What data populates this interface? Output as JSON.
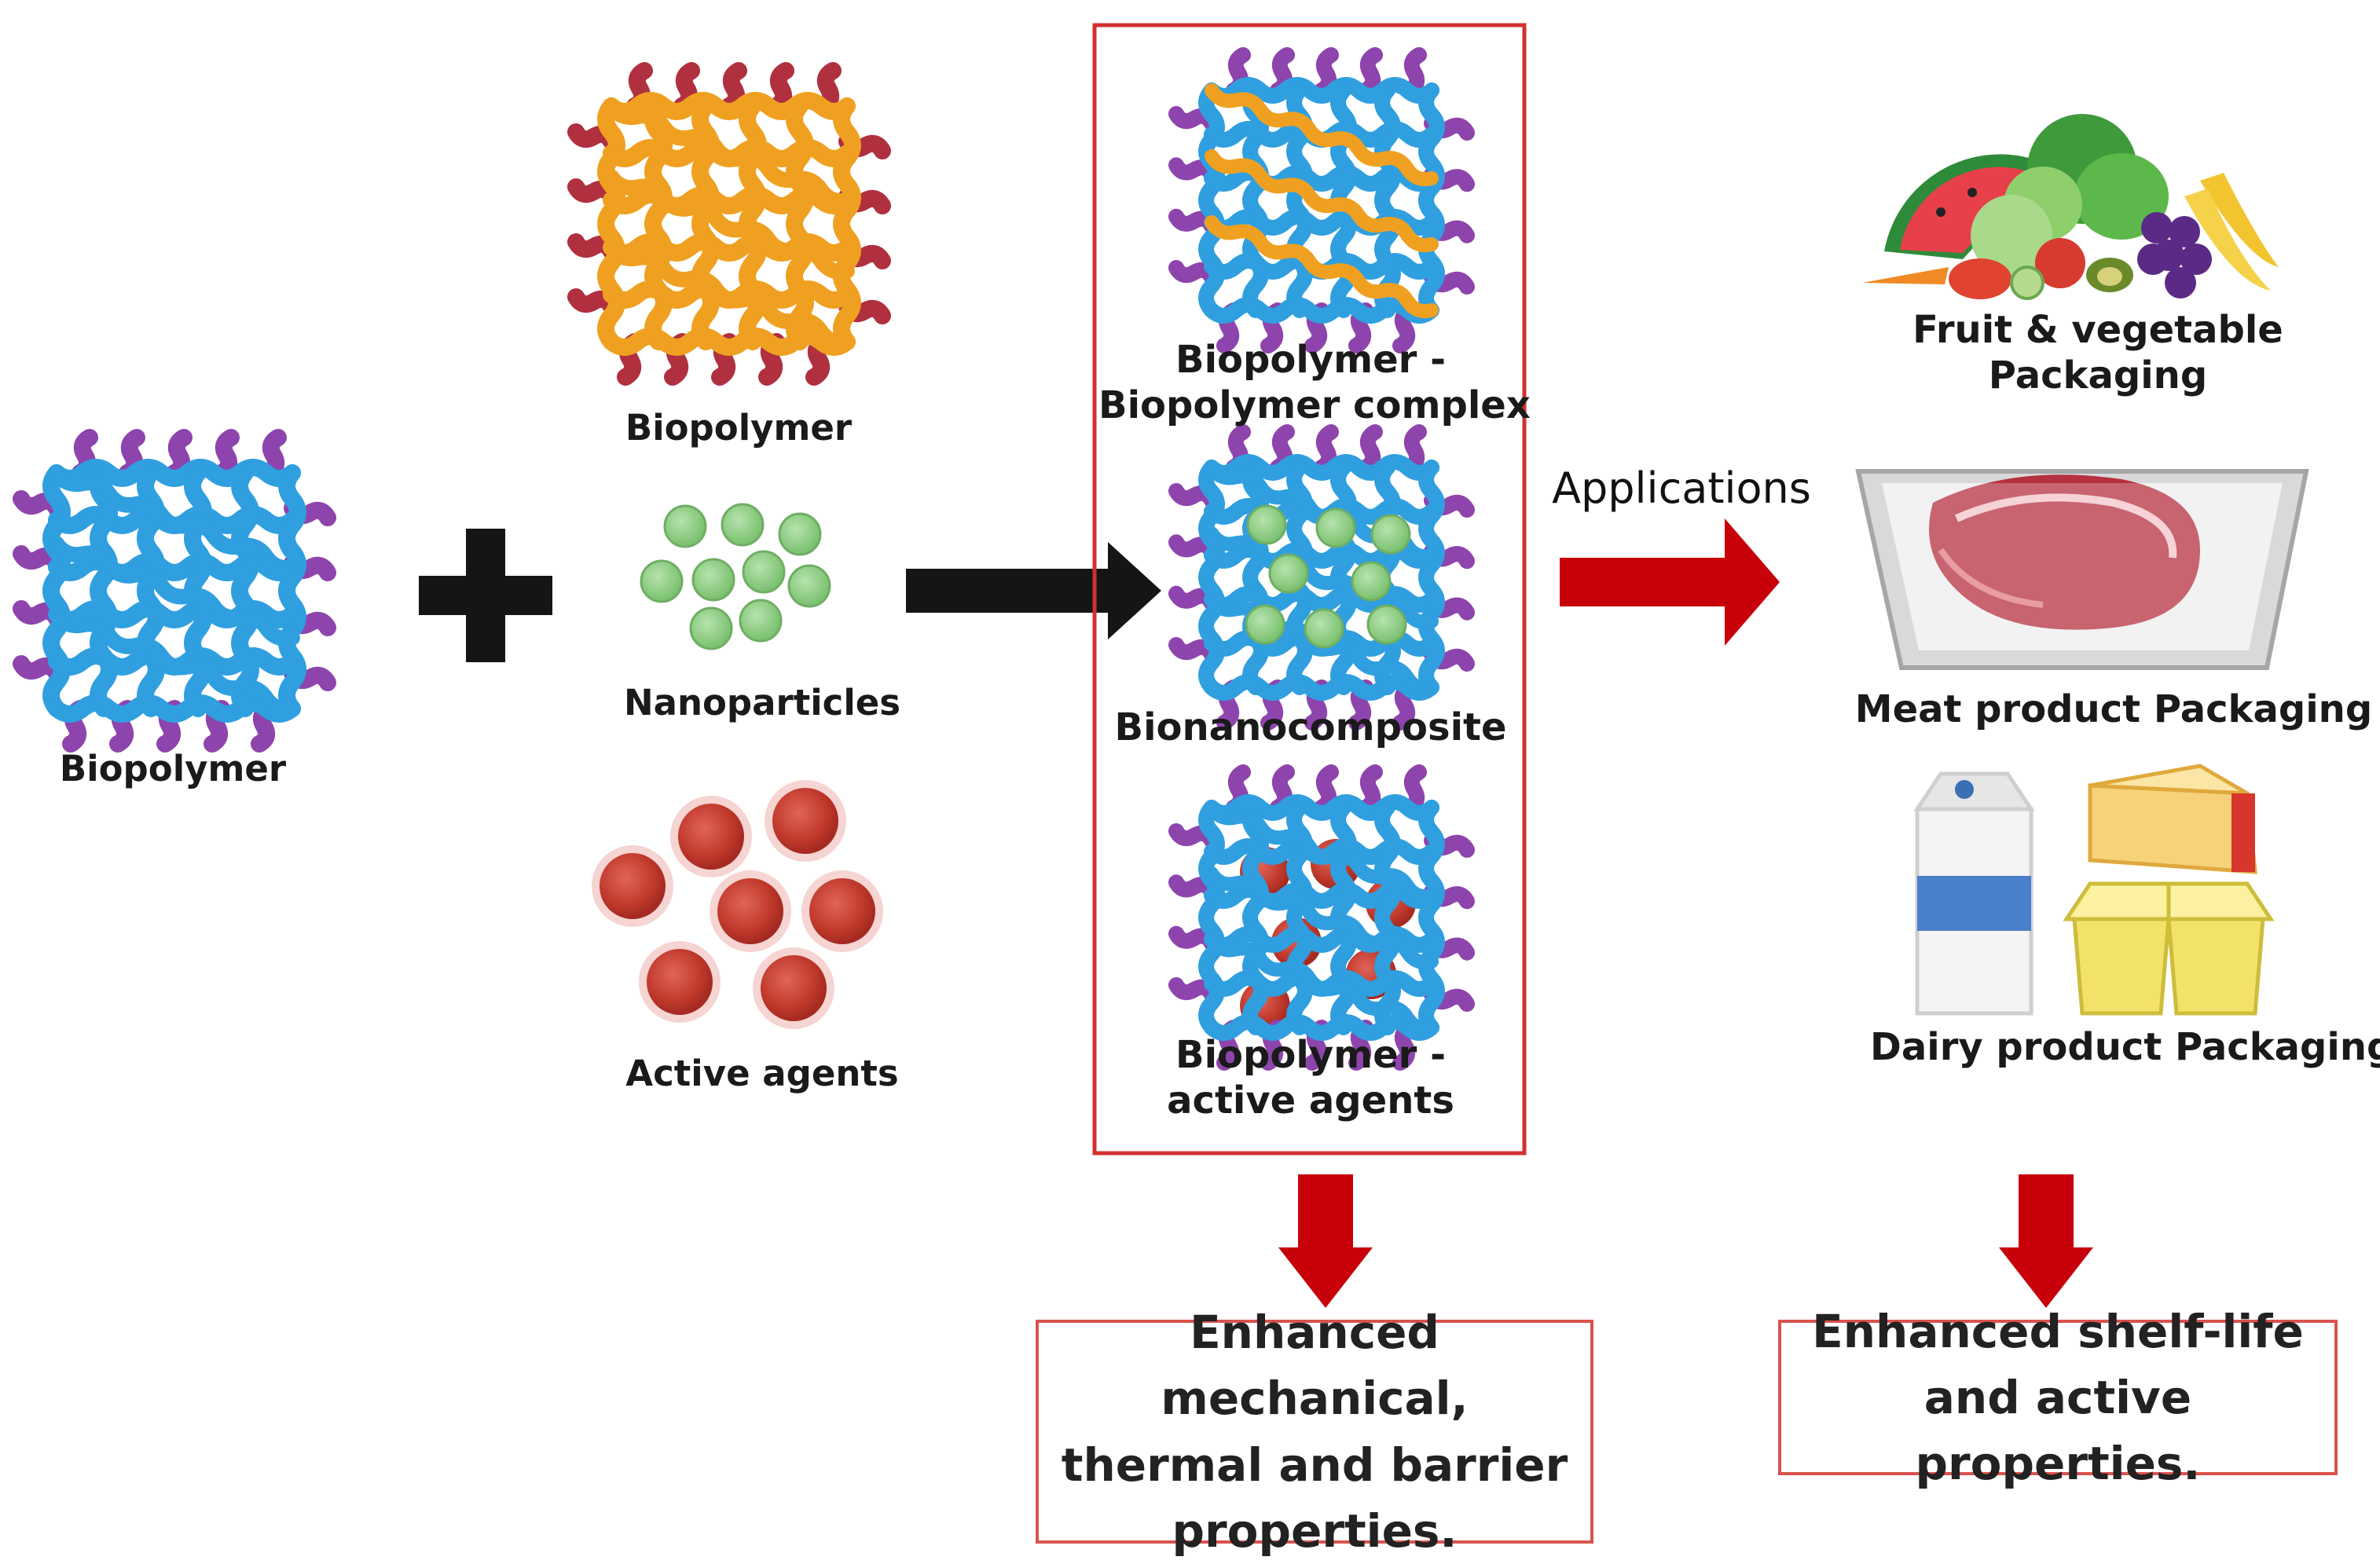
{
  "inputs": {
    "base_polymer": {
      "label": "Biopolymer",
      "icon": "blue-polymer-network-icon"
    },
    "plus_icon": "plus-icon",
    "components": [
      {
        "label": "Biopolymer",
        "icon": "orange-polymer-network-icon"
      },
      {
        "label": "Nanoparticles",
        "icon": "green-nanoparticles-icon"
      },
      {
        "label": "Active agents",
        "icon": "red-active-agent-spheres-icon"
      }
    ]
  },
  "composites": {
    "items": [
      {
        "label_line1": "Biopolymer -",
        "label_line2": "Biopolymer complex",
        "icon": "biopolymer-complex-icon"
      },
      {
        "label_line1": "Bionanocomposite",
        "label_line2": "",
        "icon": "bionanocomposite-icon"
      },
      {
        "label_line1": "Biopolymer -",
        "label_line2": "active agents",
        "icon": "biopolymer-active-agents-icon"
      }
    ],
    "result_text": "Enhanced mechanical,\nthermal and barrier\nproperties."
  },
  "applications": {
    "arrow_label": "Applications",
    "items": [
      {
        "label_line1": "Fruit & vegetable",
        "label_line2": "Packaging",
        "icon": "fruit-vegetable-icon"
      },
      {
        "label_line1": "Meat product Packaging",
        "label_line2": "",
        "icon": "meat-tray-icon"
      },
      {
        "label_line1": "Dairy product Packaging",
        "label_line2": "",
        "icon": "dairy-products-icon"
      }
    ],
    "result_text": "Enhanced shelf-life\nand active properties."
  },
  "colors": {
    "blue_chain": "#2f9fe0",
    "purple_end": "#8e44ad",
    "orange_chain": "#f0a020",
    "maroon_end": "#b03040",
    "nanoparticle_green": "#8fce86",
    "active_red": "#c0392b",
    "arrow_black": "#151515",
    "arrow_red": "#c8000a",
    "box_red": "#d32f2f"
  }
}
